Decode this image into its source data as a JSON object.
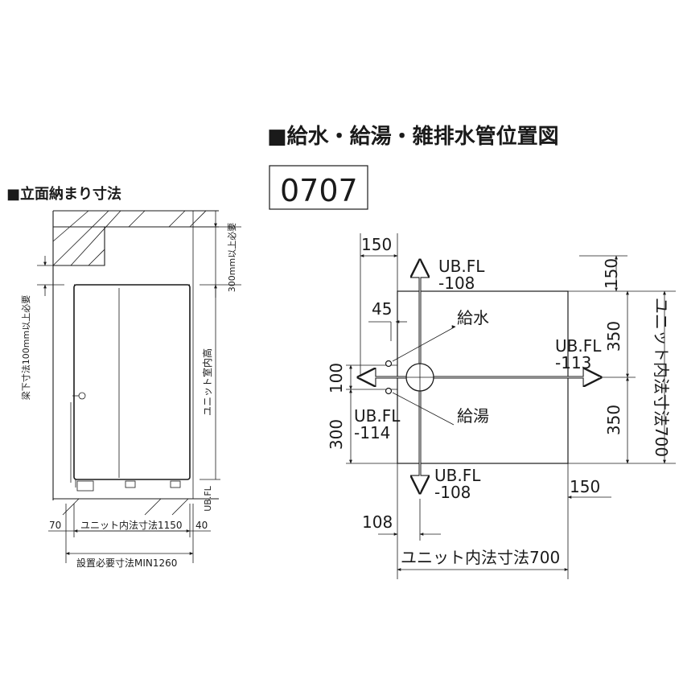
{
  "elevation": {
    "title": "■立面納まり寸法",
    "beam_clearance_note": "梁下寸法100mm以上必要",
    "ceiling_clearance_note": "300mm以上必要",
    "room_height_label": "ユニット室内高",
    "floor_label": "UB.FL",
    "dim_left": "70",
    "dim_unit_width": "ユニット内法寸法1150",
    "dim_right": "40",
    "dim_install": "設置必要寸法MIN1260"
  },
  "plan": {
    "title": "■給水・給湯・雑排水管位置図",
    "model_code": "0707",
    "dim_top_offset": "150",
    "dim_top_right": "150",
    "dim_45": "45",
    "dim_100": "100",
    "dim_300": "300",
    "dim_350_upper": "350",
    "dim_350_lower": "350",
    "dim_bottom_right": "150",
    "dim_108": "108",
    "dim_unit_width": "ユニット内法寸法700",
    "dim_unit_depth": "ユニット内法寸法700",
    "label_water": "給水",
    "label_hot_water": "給湯",
    "ubfl_top_a": "UB.FL",
    "ubfl_top_b": "-108",
    "ubfl_right_a": "UB.FL",
    "ubfl_right_b": "-113",
    "ubfl_left_a": "UB.FL",
    "ubfl_left_b": "-114",
    "ubfl_bottom_a": "UB.FL",
    "ubfl_bottom_b": "-108"
  }
}
